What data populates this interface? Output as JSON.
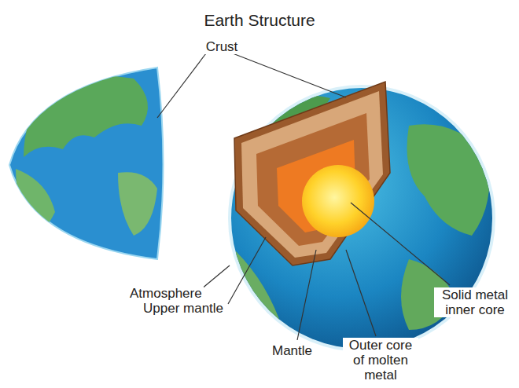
{
  "diagram": {
    "title": "Earth Structure",
    "labels": [
      "Crust",
      "Atmosphere",
      "Upper mantle",
      "Mantle",
      "Outer core of molten metal",
      "Solid metal inner core"
    ]
  }
}
